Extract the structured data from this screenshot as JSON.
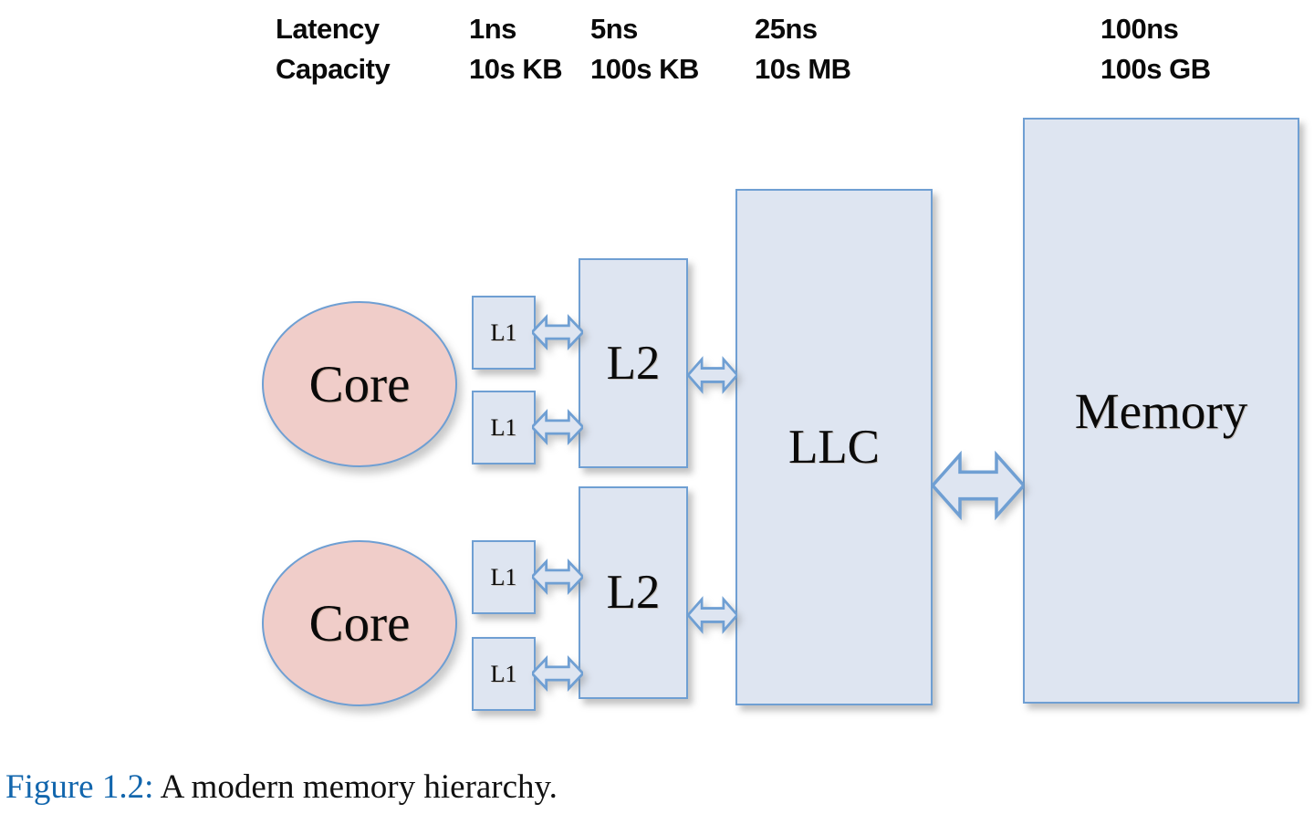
{
  "figure": {
    "caption_ref": "Figure 1.2:",
    "caption_text": "A modern memory hierarchy.",
    "caption_ref_color": "#1266ad"
  },
  "header": {
    "rows": [
      {
        "label": "Latency",
        "l1": "1ns",
        "l2": "5ns",
        "llc": "25ns",
        "memory": "100ns"
      },
      {
        "label": "Capacity",
        "l1": "10s KB",
        "l2": "100s KB",
        "llc": "10s MB",
        "memory": "100s GB"
      }
    ]
  },
  "diagram": {
    "type": "block-diagram",
    "colors": {
      "core_fill": "#f0cdc9",
      "cache_fill": "#dee5f1",
      "shape_border": "#6f9fd3",
      "arrow_fill": "#dee5f1",
      "arrow_border": "#6f9fd3",
      "text": "#0a0a0a",
      "background": "#ffffff"
    },
    "nodes": {
      "core_top": "Core",
      "core_bottom": "Core",
      "l1_top_a": "L1",
      "l1_top_b": "L1",
      "l1_bottom_a": "L1",
      "l1_bottom_b": "L1",
      "l2_top": "L2",
      "l2_bottom": "L2",
      "llc": "LLC",
      "memory": "Memory"
    },
    "connections": [
      {
        "from": "l1_top_a",
        "to": "l2_top",
        "kind": "bidirectional"
      },
      {
        "from": "l1_top_b",
        "to": "l2_top",
        "kind": "bidirectional"
      },
      {
        "from": "l1_bottom_a",
        "to": "l2_bottom",
        "kind": "bidirectional"
      },
      {
        "from": "l1_bottom_b",
        "to": "l2_bottom",
        "kind": "bidirectional"
      },
      {
        "from": "l2_top",
        "to": "llc",
        "kind": "bidirectional"
      },
      {
        "from": "l2_bottom",
        "to": "llc",
        "kind": "bidirectional"
      },
      {
        "from": "llc",
        "to": "memory",
        "kind": "bidirectional"
      }
    ]
  }
}
